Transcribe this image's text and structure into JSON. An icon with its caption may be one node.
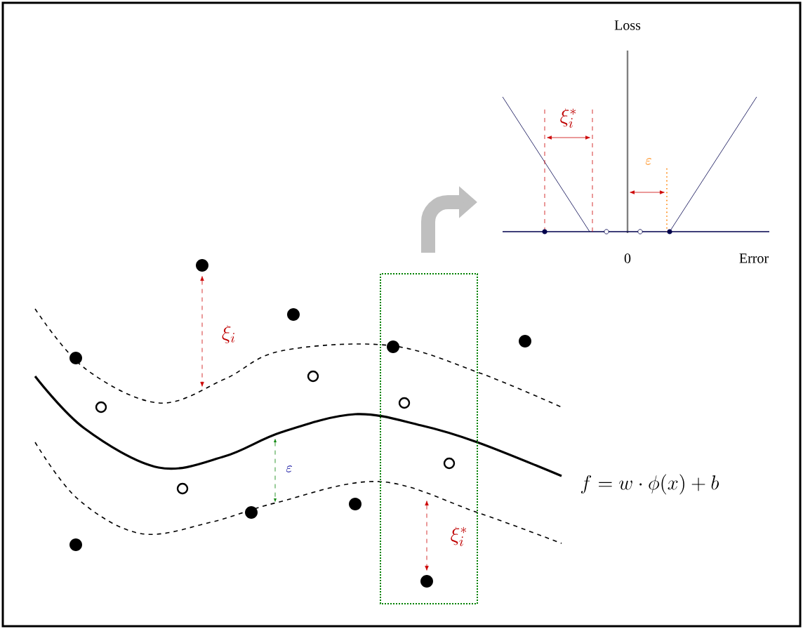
{
  "diagram": {
    "labels": [
      "Loss",
      "\\xi_i^{*}",
      "\\varepsilon",
      "0",
      "Error",
      "\\xi_i",
      "\\varepsilon",
      "f = w\\cdot\\phi(x)+b",
      "\\xi_i^{*}"
    ]
  }
}
